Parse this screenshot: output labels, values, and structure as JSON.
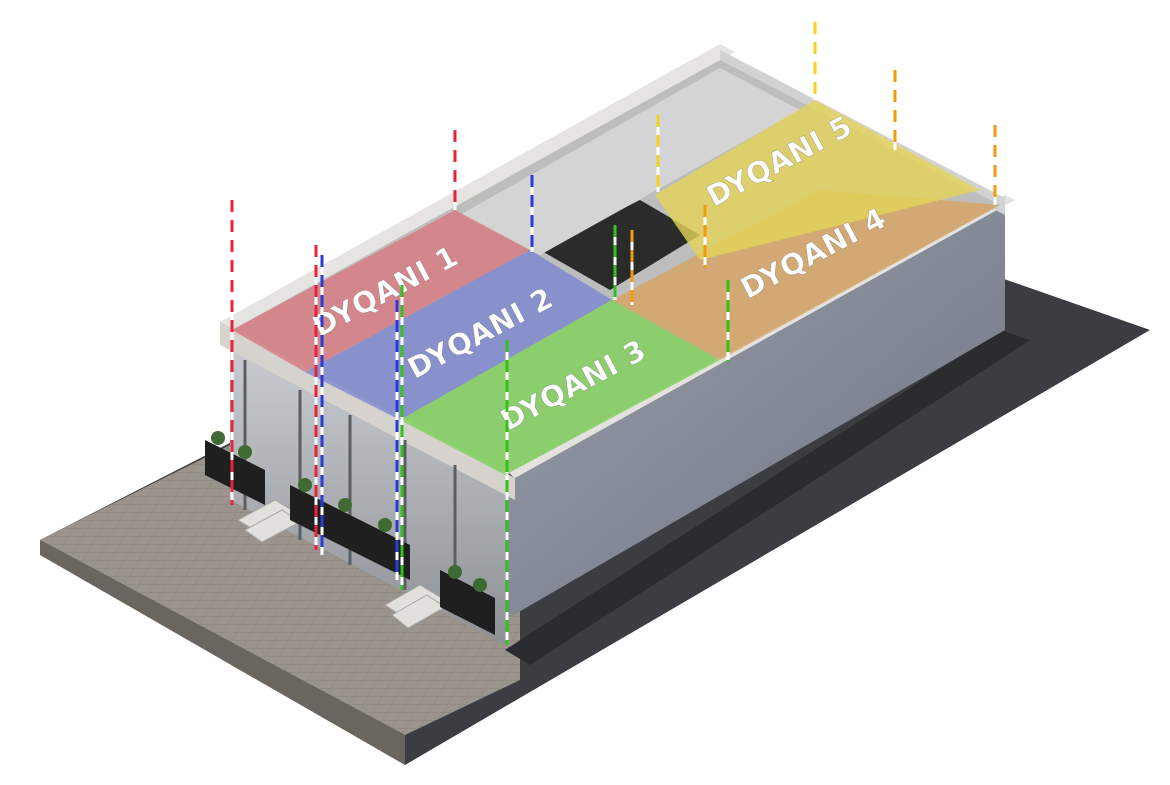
{
  "units": [
    {
      "id": "unit-1",
      "label": "DYQANI 1",
      "color": "#d8797f",
      "line_colors": [
        "#e8233b",
        "#ffffff"
      ]
    },
    {
      "id": "unit-2",
      "label": "DYQANI 2",
      "color": "#7c86cf",
      "line_colors": [
        "#2a3bd6",
        "#ffffff"
      ]
    },
    {
      "id": "unit-3",
      "label": "DYQANI 3",
      "color": "#7fd25a",
      "line_colors": [
        "#33c21b",
        "#ffffff"
      ]
    },
    {
      "id": "unit-4",
      "label": "DYQANI 4",
      "color": "#d7a263",
      "line_colors": [
        "#f29a12",
        "#ffffff"
      ]
    },
    {
      "id": "unit-5",
      "label": "DYQANI 5",
      "color": "#e4d357",
      "line_colors": [
        "#f3d31f",
        "#ffffff"
      ]
    }
  ]
}
